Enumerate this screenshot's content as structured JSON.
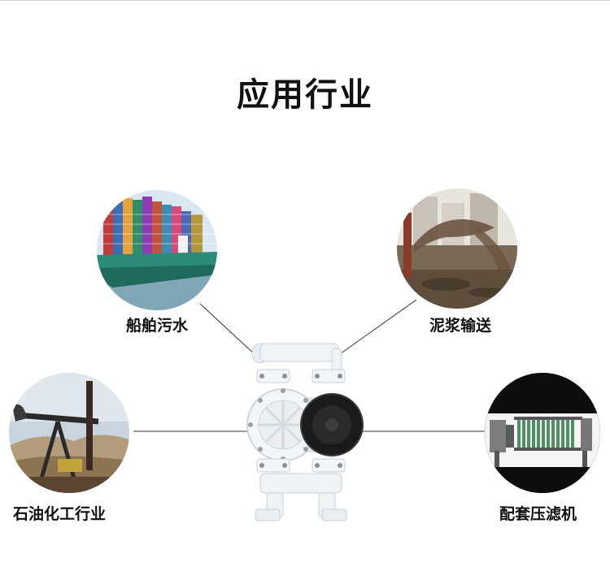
{
  "page": {
    "title": "应用行业"
  },
  "industries": [
    {
      "label": "船舶污水",
      "icon": "container-ship-image"
    },
    {
      "label": "泥浆输送",
      "icon": "mud-slurry-image"
    },
    {
      "label": "石油化工行业",
      "icon": "oil-pumpjack-image"
    },
    {
      "label": "配套压滤机",
      "icon": "filter-press-image"
    }
  ],
  "product": {
    "icon": "diaphragm-pump-image"
  },
  "colors": {
    "background": "#ffffff",
    "text": "#111111",
    "line": "#333333"
  }
}
